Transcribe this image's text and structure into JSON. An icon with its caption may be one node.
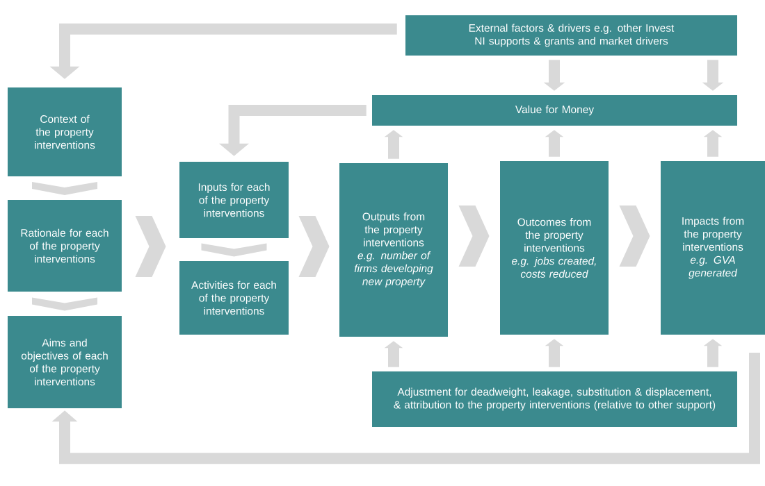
{
  "diagram": {
    "nodes": [
      {
        "text": [
          "External factors & drivers e.g. other Invest NI supports & grants and market drivers"
        ]
      },
      {
        "text": [
          "Value for Money"
        ]
      },
      {
        "text": [
          "Context of the property interventions"
        ]
      },
      {
        "text": [
          "Rationale for each of the property interventions"
        ]
      },
      {
        "text": [
          "Aims and objectives of each of the property interventions"
        ]
      },
      {
        "text": [
          "Inputs for each of the property interventions"
        ]
      },
      {
        "text": [
          "Activities for each of the property interventions"
        ]
      },
      {
        "text": [
          "Outputs from the property interventions",
          "e.g. number of firms developing new property"
        ]
      },
      {
        "text": [
          "Outcomes from the property interventions",
          "e.g. jobs created, costs reduced"
        ]
      },
      {
        "text": [
          "Impacts from the property interventions",
          "e.g. GVA generated"
        ]
      },
      {
        "text": [
          "Adjustment for deadweight, leakage, substitution & displacement, & attribution to the property interventions (relative to other support)"
        ]
      }
    ],
    "edges": [
      {
        "from": 0,
        "to": 2,
        "arrow": "to"
      },
      {
        "from": 0,
        "to": 1,
        "arrow": "to"
      },
      {
        "from": 0,
        "to": 1,
        "arrow": "to"
      },
      {
        "from": 1,
        "to": 5,
        "arrow": "to"
      },
      {
        "from": 2,
        "to": 3,
        "arrow": "to"
      },
      {
        "from": 3,
        "to": 4,
        "arrow": "to"
      },
      {
        "from": 3,
        "to": 5,
        "arrow": "to"
      },
      {
        "from": 5,
        "to": 6,
        "arrow": "to"
      },
      {
        "from": 6,
        "to": 7,
        "arrow": "to"
      },
      {
        "from": 7,
        "to": 8,
        "arrow": "to"
      },
      {
        "from": 8,
        "to": 9,
        "arrow": "to"
      },
      {
        "from": 7,
        "to": 1,
        "arrow": "to"
      },
      {
        "from": 8,
        "to": 1,
        "arrow": "to"
      },
      {
        "from": 9,
        "to": 1,
        "arrow": "to"
      },
      {
        "from": 10,
        "to": 7,
        "arrow": "to"
      },
      {
        "from": 10,
        "to": 8,
        "arrow": "to"
      },
      {
        "from": 10,
        "to": 9,
        "arrow": "to"
      },
      {
        "from": 9,
        "to": 4,
        "arrow": "to"
      }
    ]
  }
}
